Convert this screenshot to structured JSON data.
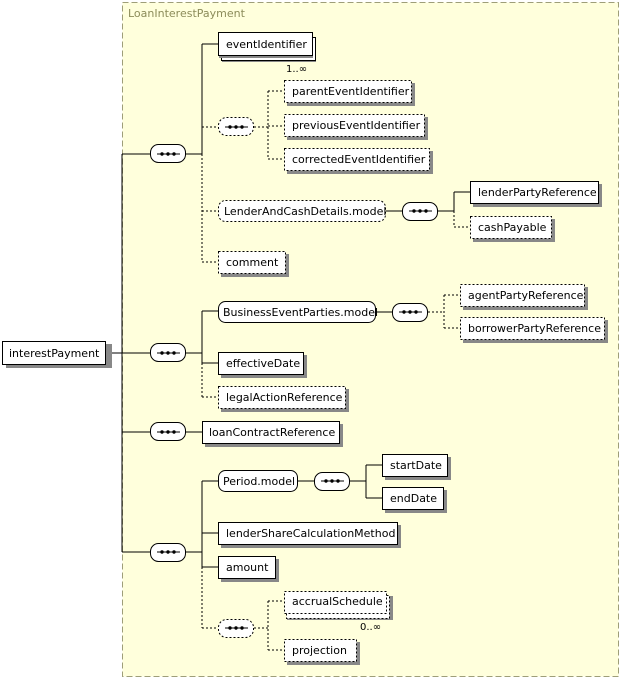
{
  "group": {
    "title": "LoanInterestPayment",
    "background": "#ffffdc",
    "border": "#9e9e78"
  },
  "root": {
    "label": "interestPayment"
  },
  "elements": {
    "eventIdentifier": "eventIdentifier",
    "eventIdentifier_occurs": "1..∞",
    "parentEventIdentifier": "parentEventIdentifier",
    "previousEventIdentifier": "previousEventIdentifier",
    "correctedEventIdentifier": "correctedEventIdentifier",
    "lenderAndCashDetailsModel": "LenderAndCashDetails.model",
    "lenderPartyReference": "lenderPartyReference",
    "cashPayable": "cashPayable",
    "comment": "comment",
    "businessEventPartiesModel": "BusinessEventParties.model",
    "agentPartyReference": "agentPartyReference",
    "borrowerPartyReference": "borrowerPartyReference",
    "effectiveDate": "effectiveDate",
    "legalActionReference": "legalActionReference",
    "loanContractReference": "loanContractReference",
    "periodModel": "Period.model",
    "startDate": "startDate",
    "endDate": "endDate",
    "lenderShareCalculationMethod": "lenderShareCalculationMethod",
    "amount": "amount",
    "accrualSchedule": "accrualSchedule",
    "accrualSchedule_occurs": "0..∞",
    "projection": "projection"
  }
}
